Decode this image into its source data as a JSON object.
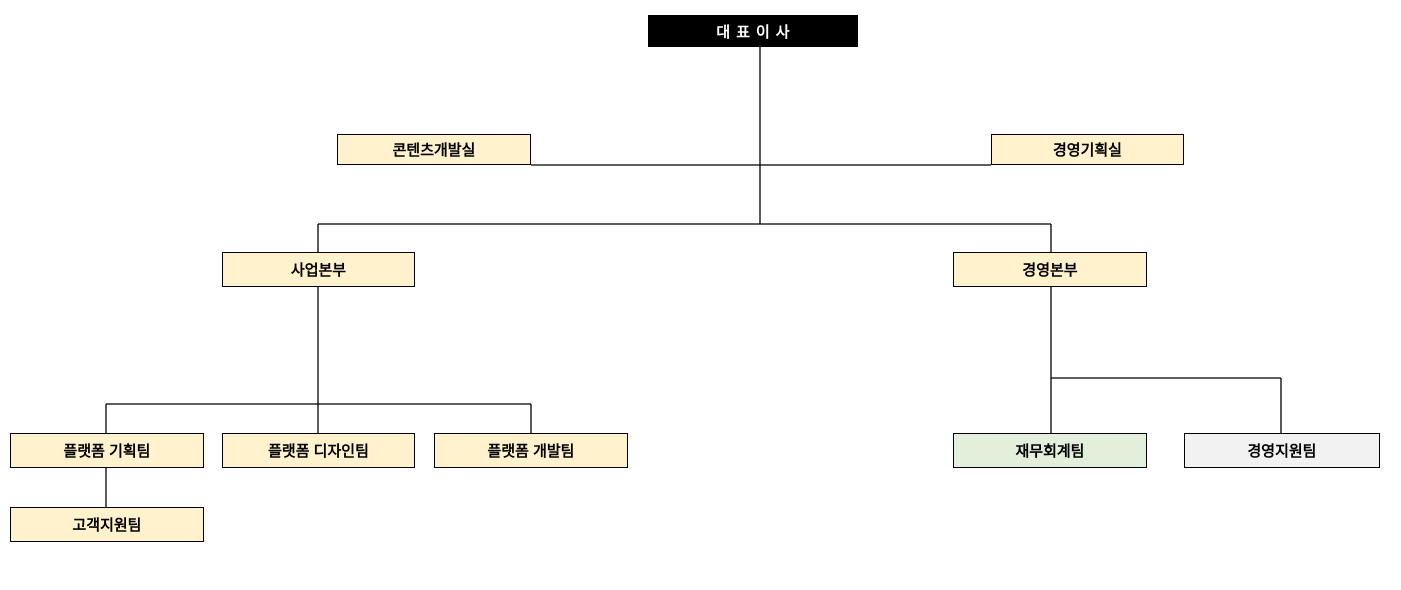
{
  "org_chart": {
    "title": "organization-chart",
    "nodes": {
      "ceo": {
        "label": "대표이사",
        "level": 1
      },
      "content_dev_office": {
        "label": "콘텐츠개발실",
        "level": 2
      },
      "management_planning_office": {
        "label": "경영기획실",
        "level": 2
      },
      "business_division": {
        "label": "사업본부",
        "level": 3
      },
      "management_division": {
        "label": "경영본부",
        "level": 3
      },
      "platform_planning_team": {
        "label": "플랫폼 기획팀",
        "level": 4
      },
      "platform_design_team": {
        "label": "플랫폼 디자인팀",
        "level": 4
      },
      "platform_dev_team": {
        "label": "플랫폼 개발팀",
        "level": 4
      },
      "customer_support_team": {
        "label": "고객지원팀",
        "level": 5
      },
      "finance_accounting_team": {
        "label": "재무회계팀",
        "level": 4
      },
      "management_support_team": {
        "label": "경영지원팀",
        "level": 4
      }
    },
    "hierarchy": {
      "ceo_children": [
        "콘텐츠개발실",
        "경영기획실",
        "사업본부",
        "경영본부"
      ],
      "business_division_children": [
        "플랫폼 기획팀",
        "플랫폼 디자인팀",
        "플랫폼 개발팀"
      ],
      "platform_planning_team_children": [
        "고객지원팀"
      ],
      "management_division_children": [
        "재무회계팀",
        "경영지원팀"
      ]
    },
    "colors": {
      "ceo_background": "#000000",
      "ceo_text": "#ffffff",
      "default_box_background": "#FFF2CC",
      "finance_box_background": "#E2EFDA",
      "support_box_background": "#F2F2F2",
      "box_border": "#000000",
      "connector_line": "#000000",
      "page_background": "#ffffff"
    }
  }
}
